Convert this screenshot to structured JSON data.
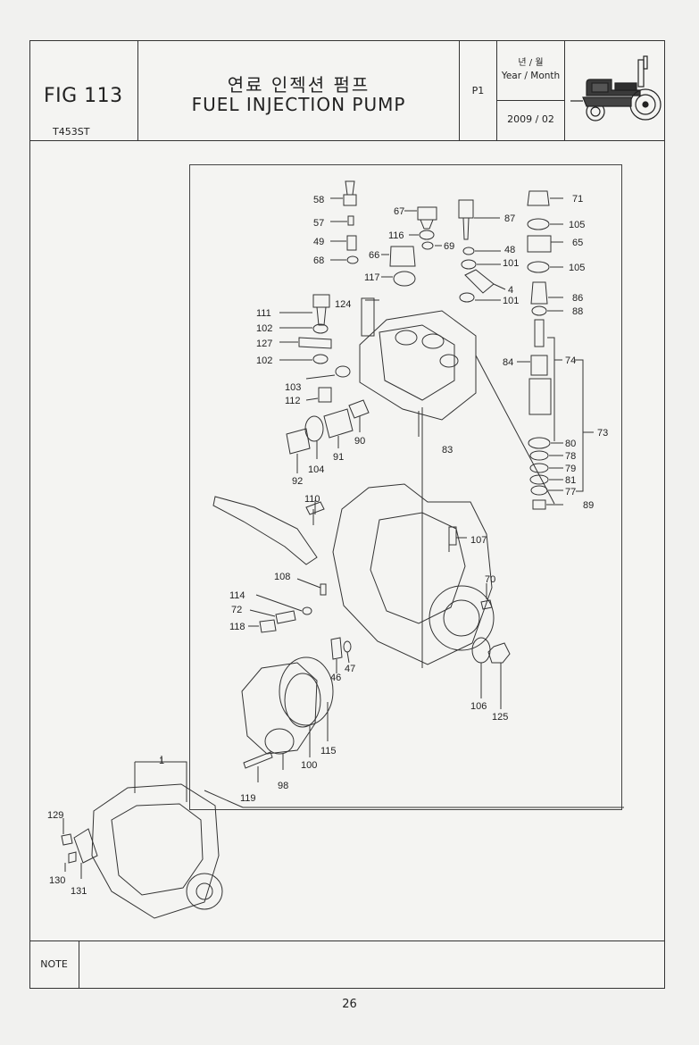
{
  "header": {
    "fig_number": "FIG 113",
    "model_code": "T453ST",
    "title_ko": "연료 인젝션 펌프",
    "title_en": "FUEL INJECTION PUMP",
    "page_code": "P1",
    "date_label_ko": "년 / 월",
    "date_label_en": "Year / Month",
    "date_value": "2009 / 02",
    "icon": "tractor-icon"
  },
  "callouts": {
    "c1": "1",
    "c4": "4",
    "c46": "46",
    "c47": "47",
    "c48": "48",
    "c49": "49",
    "c57": "57",
    "c58": "58",
    "c65": "65",
    "c66": "66",
    "c67": "67",
    "c68": "68",
    "c69": "69",
    "c70": "70",
    "c71": "71",
    "c72": "72",
    "c73": "73",
    "c74": "74",
    "c77": "77",
    "c78": "78",
    "c79": "79",
    "c80": "80",
    "c81": "81",
    "c83": "83",
    "c84": "84",
    "c86": "86",
    "c87": "87",
    "c88": "88",
    "c89": "89",
    "c90": "90",
    "c91": "91",
    "c92": "92",
    "c98": "98",
    "c100": "100",
    "c101a": "101",
    "c101b": "101",
    "c102a": "102",
    "c102b": "102",
    "c103": "103",
    "c104": "104",
    "c105a": "105",
    "c105b": "105",
    "c106": "106",
    "c107": "107",
    "c108": "108",
    "c110": "110",
    "c111": "111",
    "c112": "112",
    "c114": "114",
    "c115": "115",
    "c116": "116",
    "c117": "117",
    "c118": "118",
    "c119": "119",
    "c124": "124",
    "c125": "125",
    "c127": "127",
    "c129": "129",
    "c130": "130",
    "c131": "131"
  },
  "note": {
    "label": "NOTE"
  },
  "footer": {
    "page_number": "26"
  }
}
